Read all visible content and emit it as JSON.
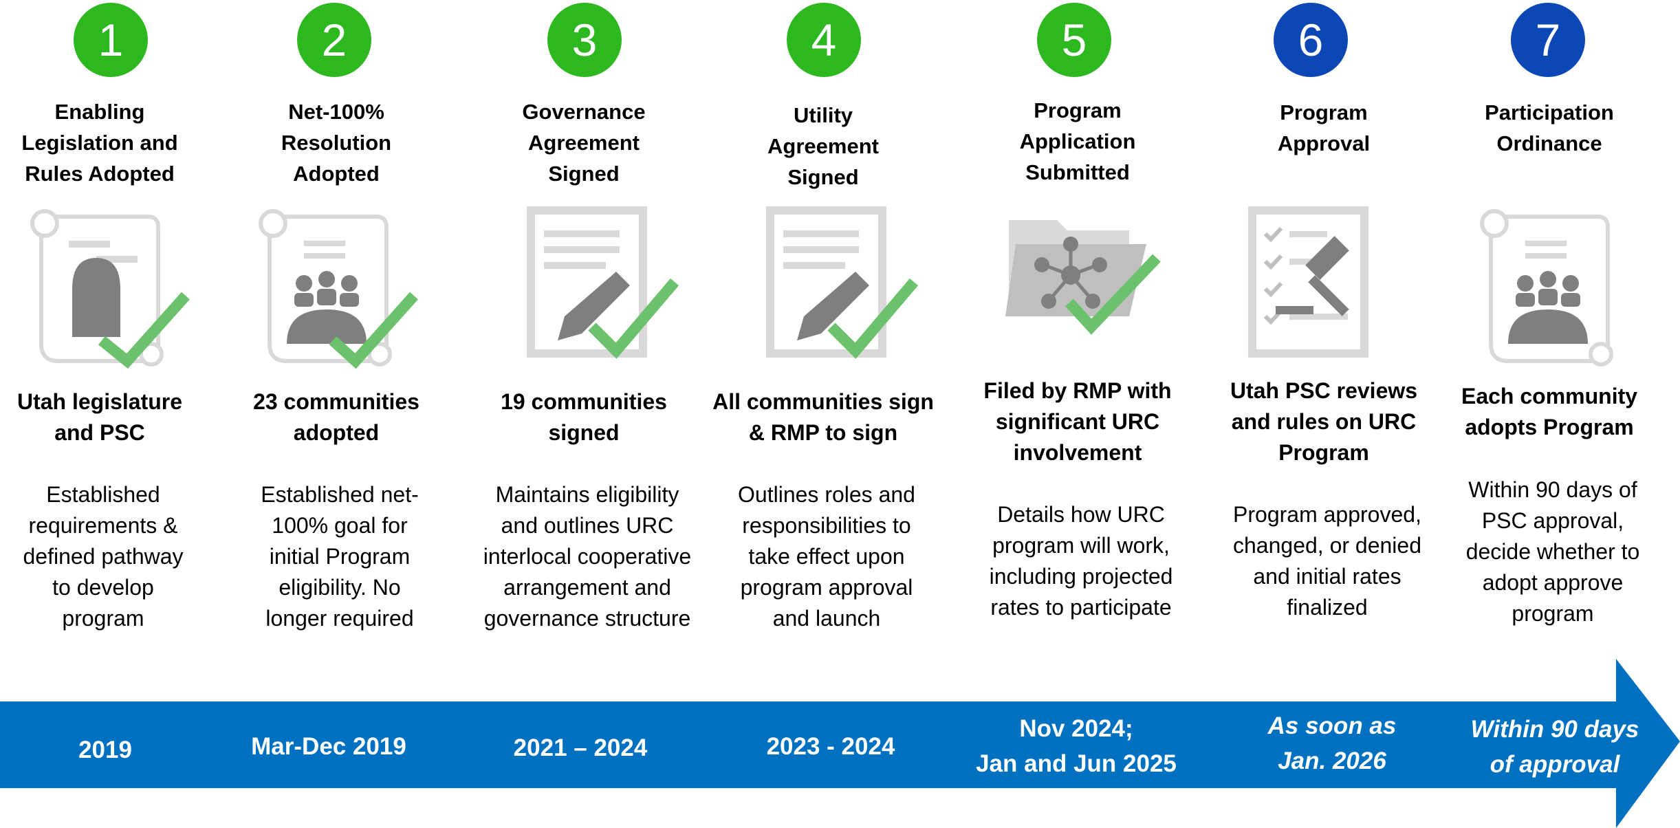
{
  "colors": {
    "green": "#2db81f",
    "blue": "#0b47b5",
    "arrow": "#0070c0",
    "icon_gray": "#7f7f7f",
    "icon_light": "#d9d9d9",
    "check": "#6cc16c"
  },
  "steps": [
    {
      "number": "1",
      "status": "green",
      "title": "Enabling\nLegislation and\nRules Adopted",
      "icon": "legislation-scroll-icon",
      "who": "Utah legislature\nand PSC",
      "description": "Established\nrequirements &\ndefined pathway\nto develop\nprogram",
      "date": "2019",
      "date_italic": false
    },
    {
      "number": "2",
      "status": "green",
      "title": "Net-100%\nResolution\nAdopted",
      "icon": "resolution-scroll-icon",
      "who": "23 communities\nadopted",
      "description": "Established net-\n100% goal for\ninitial Program\neligibility. No\nlonger required",
      "date": "Mar-Dec 2019",
      "date_italic": false
    },
    {
      "number": "3",
      "status": "green",
      "title": "Governance\nAgreement\nSigned",
      "icon": "signed-document-icon",
      "who": "19 communities\nsigned",
      "description": "Maintains eligibility\nand outlines URC\ninterlocal cooperative\narrangement and\ngovernance structure",
      "date": "2021 – 2024",
      "date_italic": false
    },
    {
      "number": "4",
      "status": "green",
      "title": "Utility\nAgreement\nSigned",
      "icon": "signed-document-icon",
      "who": "All communities sign\n& RMP to sign",
      "description": "Outlines roles and\nresponsibilities to\ntake effect upon\nprogram approval\nand launch",
      "date": "2023 - 2024",
      "date_italic": false
    },
    {
      "number": "5",
      "status": "green",
      "title": "Program\nApplication\nSubmitted",
      "icon": "folder-network-icon",
      "who": "Filed by RMP with\nsignificant URC\ninvolvement",
      "description": "Details how URC\nprogram will work,\nincluding projected\nrates to participate",
      "date": "Nov 2024;\nJan and Jun 2025",
      "date_italic": false
    },
    {
      "number": "6",
      "status": "blue",
      "title": "Program\nApproval",
      "icon": "gavel-checklist-icon",
      "who": "Utah PSC reviews\nand rules on URC\nProgram",
      "description": "Program approved,\nchanged, or denied\nand initial rates\nfinalized",
      "date": "As soon as\nJan. 2026",
      "date_italic": true
    },
    {
      "number": "7",
      "status": "blue",
      "title": "Participation\nOrdinance",
      "icon": "ordinance-scroll-icon",
      "who": "Each community\nadopts Program",
      "description": "Within 90 days of\nPSC approval,\ndecide whether to\nadopt approve\nprogram",
      "date": "Within 90 days\nof approval",
      "date_italic": true
    }
  ]
}
